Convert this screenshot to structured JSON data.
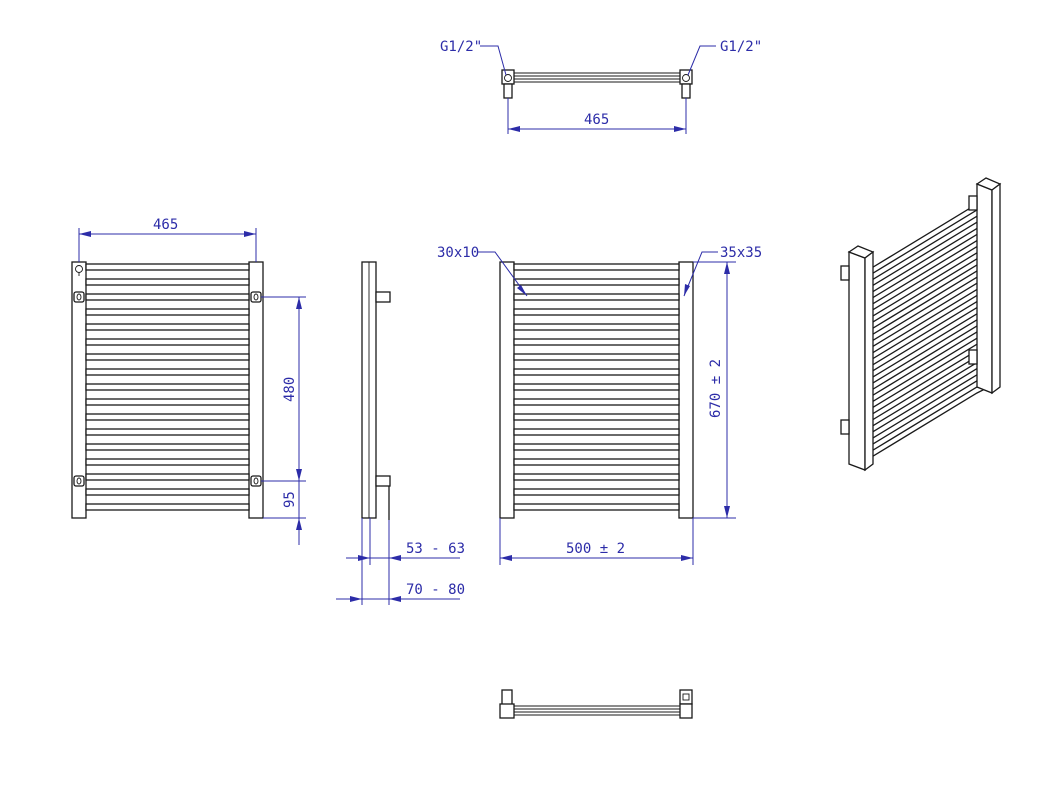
{
  "labels": {
    "top_inlet_left": "G1/2\"",
    "top_inlet_right": "G1/2\"",
    "top_width": "465",
    "front_width": "465",
    "connection_spacing": "480",
    "bottom_offset": "95",
    "depth_inner": "53 - 63",
    "depth_outer": "70 - 80",
    "bar_profile": "30x10",
    "column_profile": "35x35",
    "overall_height": "670  ± 2",
    "overall_width": "500  ± 2"
  },
  "colors": {
    "dimension": "#2c2ca8",
    "outline": "#1a1a1a"
  }
}
